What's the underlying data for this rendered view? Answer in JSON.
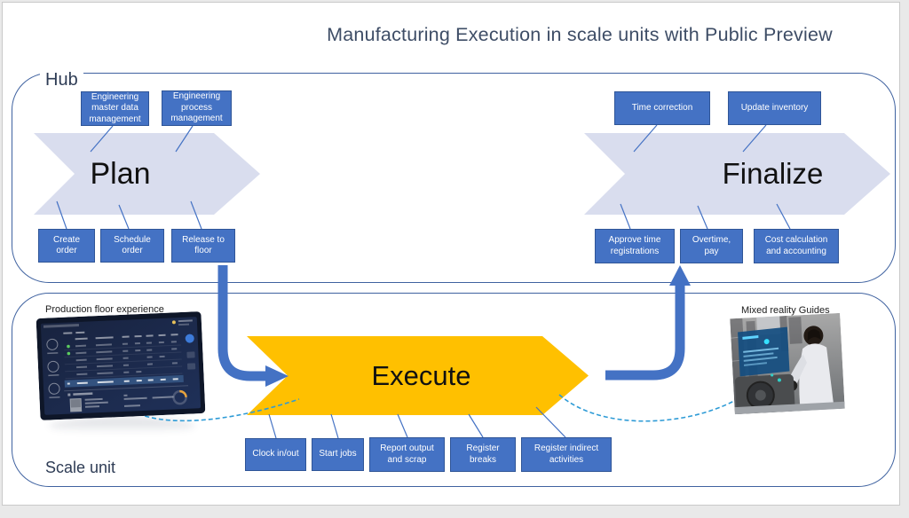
{
  "title": "Manufacturing Execution in scale units with Public Preview",
  "hub": {
    "label": "Hub",
    "plan_chevron": "Plan",
    "plan_top_boxes": [
      "Engineering master data management",
      "Engineering process management"
    ],
    "plan_bottom_boxes": [
      "Create order",
      "Schedule order",
      "Release to floor"
    ],
    "finalize_chevron": "Finalize",
    "finalize_top_boxes": [
      "Time correction",
      "Update inventory"
    ],
    "finalize_bottom_boxes": [
      "Approve time registrations",
      "Overtime, pay",
      "Cost calculation and accounting"
    ]
  },
  "scale_unit": {
    "label": "Scale unit",
    "execute_chevron": "Execute",
    "execute_bottom_boxes": [
      "Clock in/out",
      "Start jobs",
      "Report output and scrap",
      "Register breaks",
      "Register indirect activities"
    ],
    "left_image_caption": "Production floor experience",
    "right_image_caption": "Mixed reality Guides"
  },
  "colors": {
    "box_blue": "#4472C4",
    "chevron_light": "#D9DDEE",
    "execute_yellow": "#FFC000",
    "arrow_blue": "#4472C4",
    "dashed_blue": "#2E9BD6",
    "title_text": "#3E4D66"
  }
}
